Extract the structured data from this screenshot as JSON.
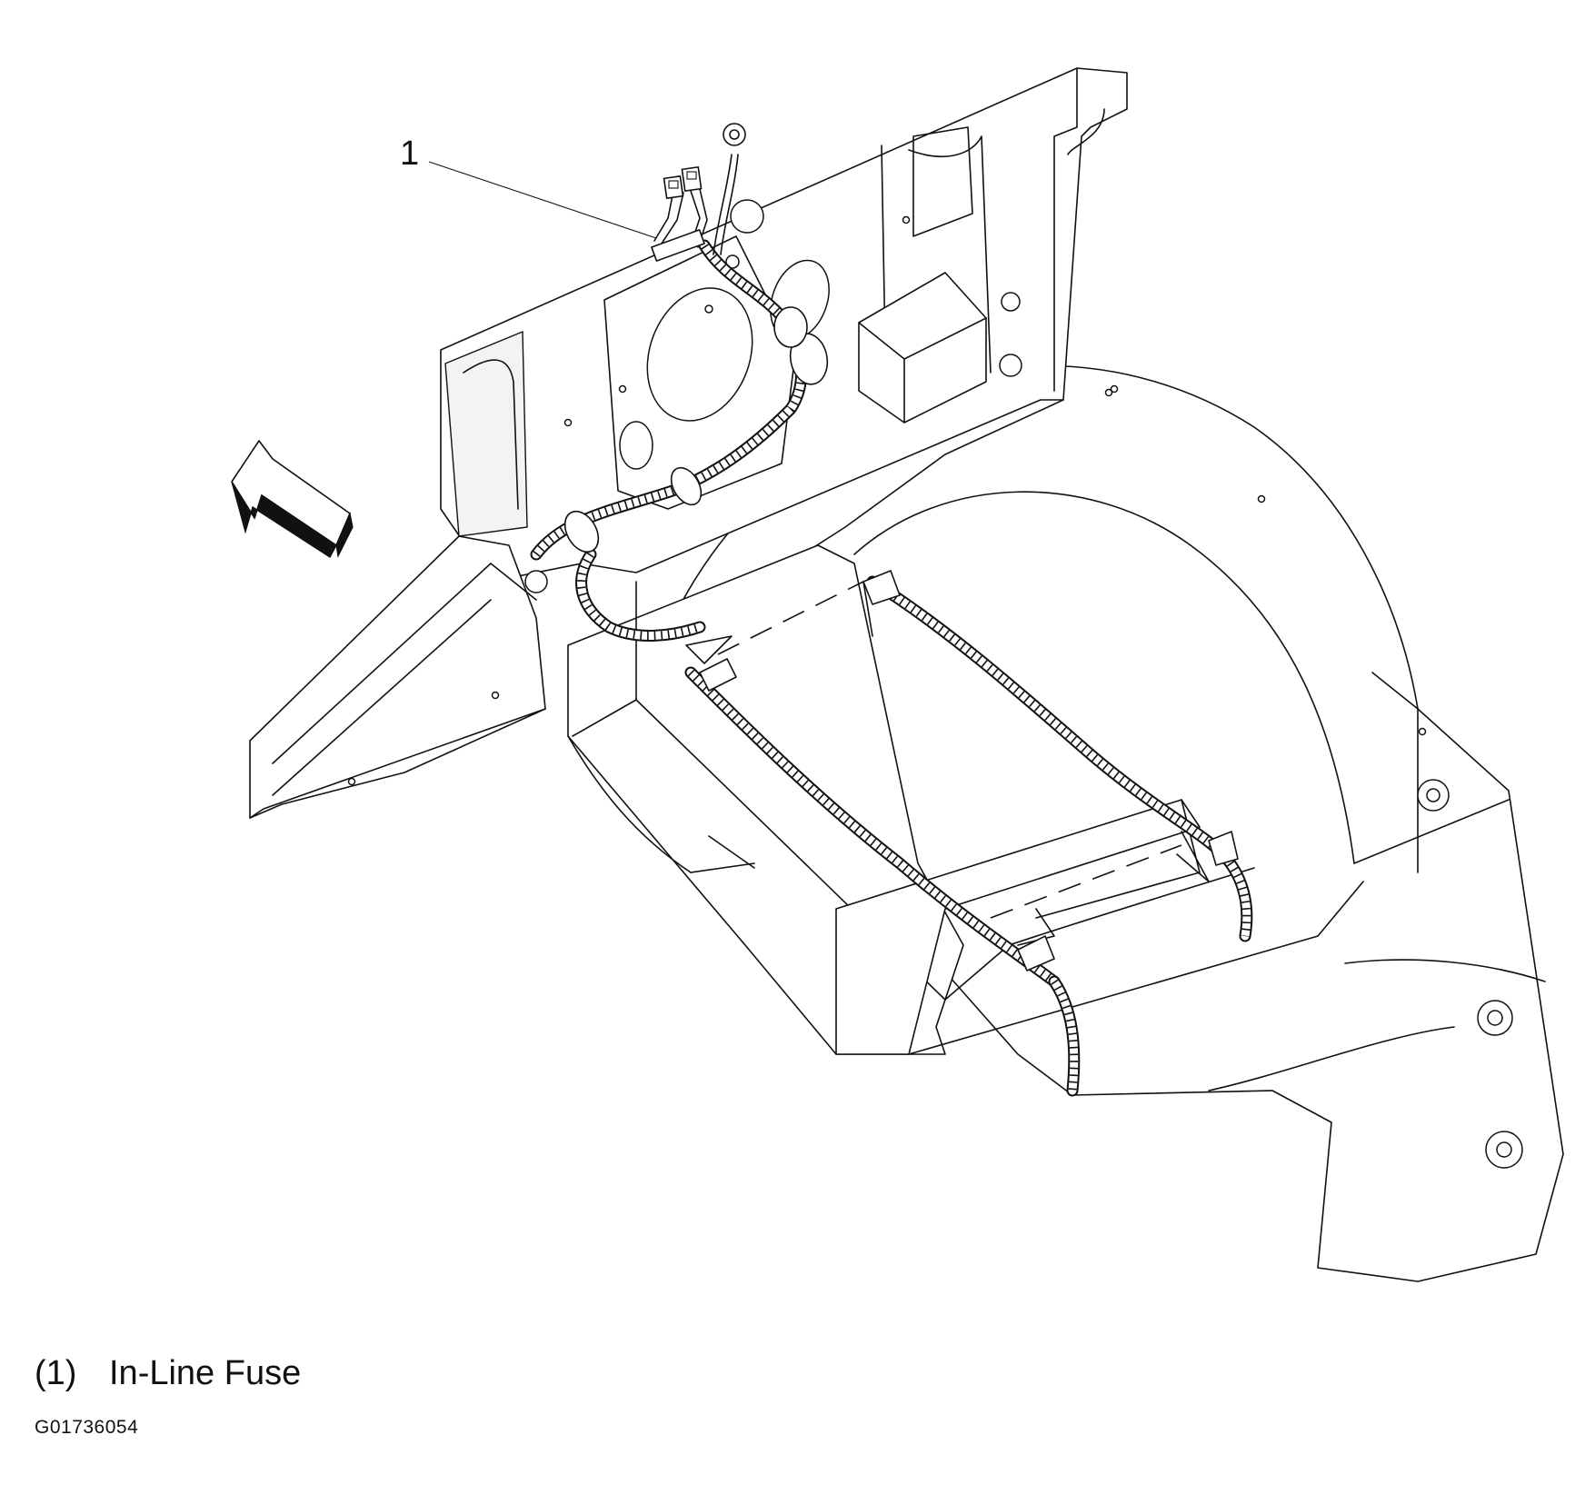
{
  "callout": {
    "number": "1"
  },
  "legend": [
    {
      "number": "(1)",
      "label": "In-Line Fuse"
    }
  ],
  "figure_id": "G01736054"
}
